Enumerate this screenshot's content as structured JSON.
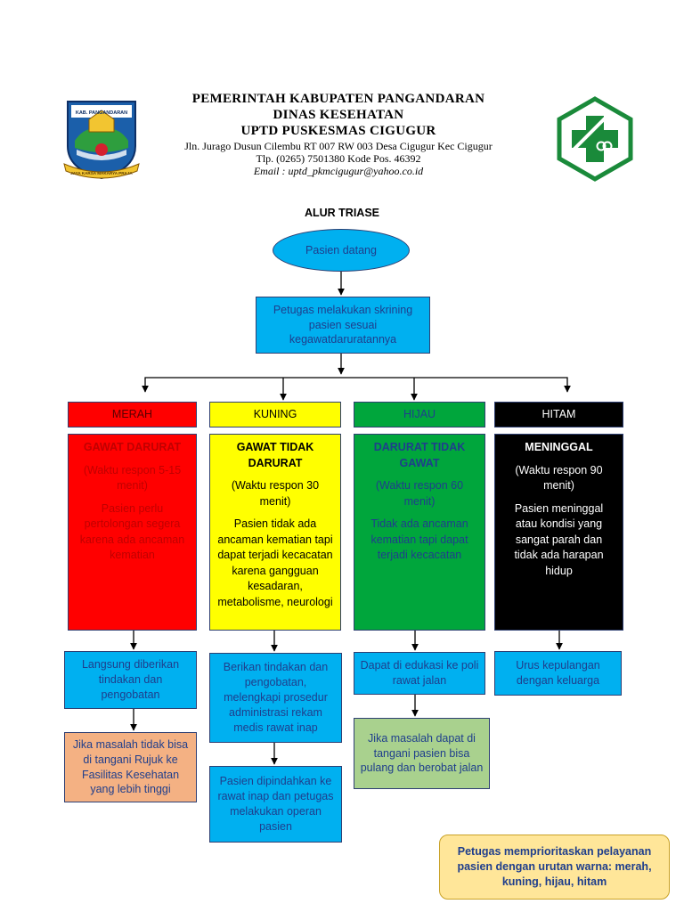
{
  "header": {
    "line1": "PEMERINTAH KABUPATEN PANGANDARAN",
    "line2": "DINAS KESEHATAN",
    "line3": "UPTD PUSKESMAS CIGUGUR",
    "address": "Jln. Jurago Dusun Cilembu RT 007 RW 003 Desa Cigugur Kec Cigugur",
    "phone": "Tlp. (0265) 7501380 Kode Pos. 46392",
    "email": "Email : uptd_pkmcigugur@yahoo.co.id",
    "left_logo_text": "KAB. PANGANDARAN",
    "left_logo_motto": "JAYA KARSA MAKARYA PRAJA"
  },
  "title": "ALUR TRIASE",
  "start": "Pasien datang",
  "screening": "Petugas melakukan skrining pasien sesuai kegawatdaruratannya",
  "categories": [
    {
      "label": "MERAH",
      "title": "GAWAT DARURAT",
      "time": "(Waktu respon 5-15 menit)",
      "desc": "Pasien perlu pertolongan segera karena ada ancaman kematian"
    },
    {
      "label": "KUNING",
      "title": "GAWAT TIDAK DARURAT",
      "time": "(Waktu respon 30 menit)",
      "desc": "Pasien tidak ada ancaman kematian tapi dapat terjadi kecacatan karena gangguan kesadaran, metabolisme, neurologi"
    },
    {
      "label": "HIJAU",
      "title": "DARURAT TIDAK GAWAT",
      "time": "(Waktu respon 60 menit)",
      "desc": "Tidak ada ancaman kematian tapi dapat terjadi kecacatan"
    },
    {
      "label": "HITAM",
      "title": "MENINGGAL",
      "time": "(Waktu respon 90 menit)",
      "desc": "Pasien meninggal atau kondisi yang sangat parah dan tidak ada harapan hidup"
    }
  ],
  "actions": {
    "merah_1": "Langsung diberikan tindakan dan pengobatan",
    "merah_2": "Jika masalah tidak bisa di tangani Rujuk ke Fasilitas Kesehatan yang lebih tinggi",
    "kuning_1": "Berikan tindakan dan pengobatan, melengkapi prosedur administrasi rekam medis rawat inap",
    "kuning_2": "Pasien dipindahkan ke rawat inap dan petugas melakukan operan pasien",
    "hijau_1": "Dapat di edukasi ke poli rawat jalan",
    "hijau_2": "Jika masalah dapat di tangani pasien bisa pulang dan berobat jalan",
    "hitam_1": "Urus kepulangan dengan keluarga"
  },
  "note": "Petugas memprioritaskan pelayanan pasien dengan urutan warna: merah, kuning, hijau, hitam",
  "colors": {
    "merah": "#ff0000",
    "kuning": "#ffff00",
    "hijau": "#00a63c",
    "hitam": "#000000",
    "blue": "#00b0f0",
    "orange": "#f4b183",
    "lightgreen": "#a9d18e",
    "note_bg": "#ffe699",
    "note_border": "#c9a227",
    "merah_text": "#c00000",
    "hijau_text": "#1f3e8c"
  }
}
